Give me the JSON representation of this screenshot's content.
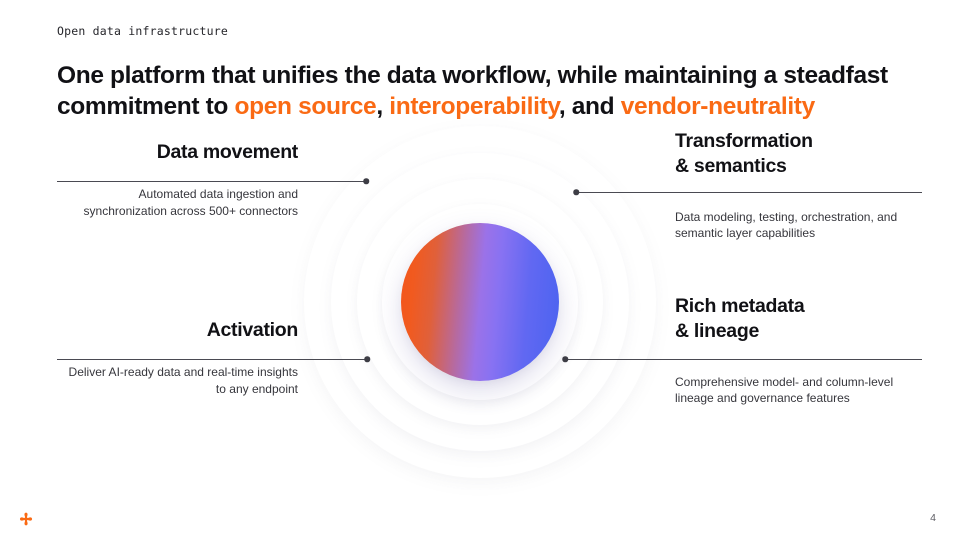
{
  "slide": {
    "eyebrow": "Open data infrastructure",
    "page_number": "4",
    "accent_color": "#FA6A14",
    "text_color": "#111115",
    "background_color": "#ffffff",
    "logo_icon": "star-burst-logo-icon"
  },
  "headline": {
    "part1": "One platform that unifies the data workflow, while maintaining a steadfast commitment to ",
    "accent1": "open source",
    "sep1": ", ",
    "accent2": "interoperability",
    "sep2": ", and ",
    "accent3": "vendor-neutrality"
  },
  "diagram": {
    "center_orb": {
      "name": "gradient-sphere",
      "gradient_from": "#F2541B",
      "gradient_mid": "#9B72E8",
      "gradient_to": "#4A63F0"
    },
    "ring_count": 5,
    "quadrants": [
      {
        "id": "data-movement",
        "position": "top-left",
        "title": "Data movement",
        "description": "Automated data ingestion and synchronization across 500+ connectors"
      },
      {
        "id": "transformation-semantics",
        "position": "top-right",
        "title": "Transformation\n& semantics",
        "title_line1": "Transformation",
        "title_line2": "& semantics",
        "description": "Data modeling, testing, orchestration, and semantic layer capabilities"
      },
      {
        "id": "activation",
        "position": "bottom-left",
        "title": "Activation",
        "description": "Deliver AI-ready data and real-time insights to any endpoint"
      },
      {
        "id": "rich-metadata-lineage",
        "position": "bottom-right",
        "title": "Rich metadata\n& lineage",
        "title_line1": "Rich metadata",
        "title_line2": "& lineage",
        "description": "Comprehensive model- and column-level lineage and governance features"
      }
    ]
  }
}
